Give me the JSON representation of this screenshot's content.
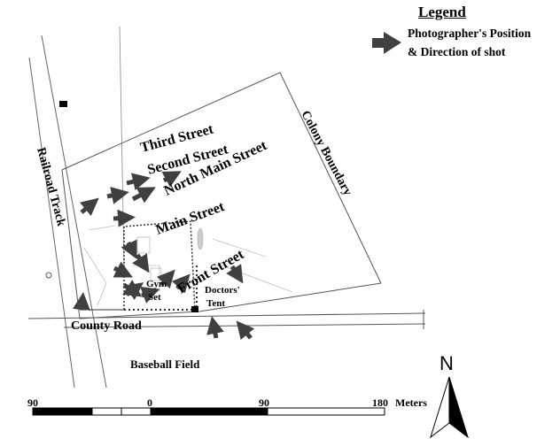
{
  "legend": {
    "title": "Legend",
    "line1": "Photographer's Position",
    "line2": "& Direction of shot",
    "arrow_color": "#404040"
  },
  "labels": {
    "railroad_track": "Railroad Track",
    "colony_boundary": "Colony Boundary",
    "third_street": "Third Street",
    "second_street": "Second Street",
    "north_main_street": "North Main Street",
    "main_street": "Main Street",
    "front_street": "Front Street",
    "gym": "Gym",
    "set": "Set",
    "doctors": "Doctors'",
    "tent": "Tent",
    "county_road": "County Road",
    "baseball_field": "Baseball Field"
  },
  "scale": {
    "ticks": [
      "90",
      "0",
      "90",
      "180"
    ],
    "unit": "Meters"
  },
  "north": {
    "label": "N"
  }
}
